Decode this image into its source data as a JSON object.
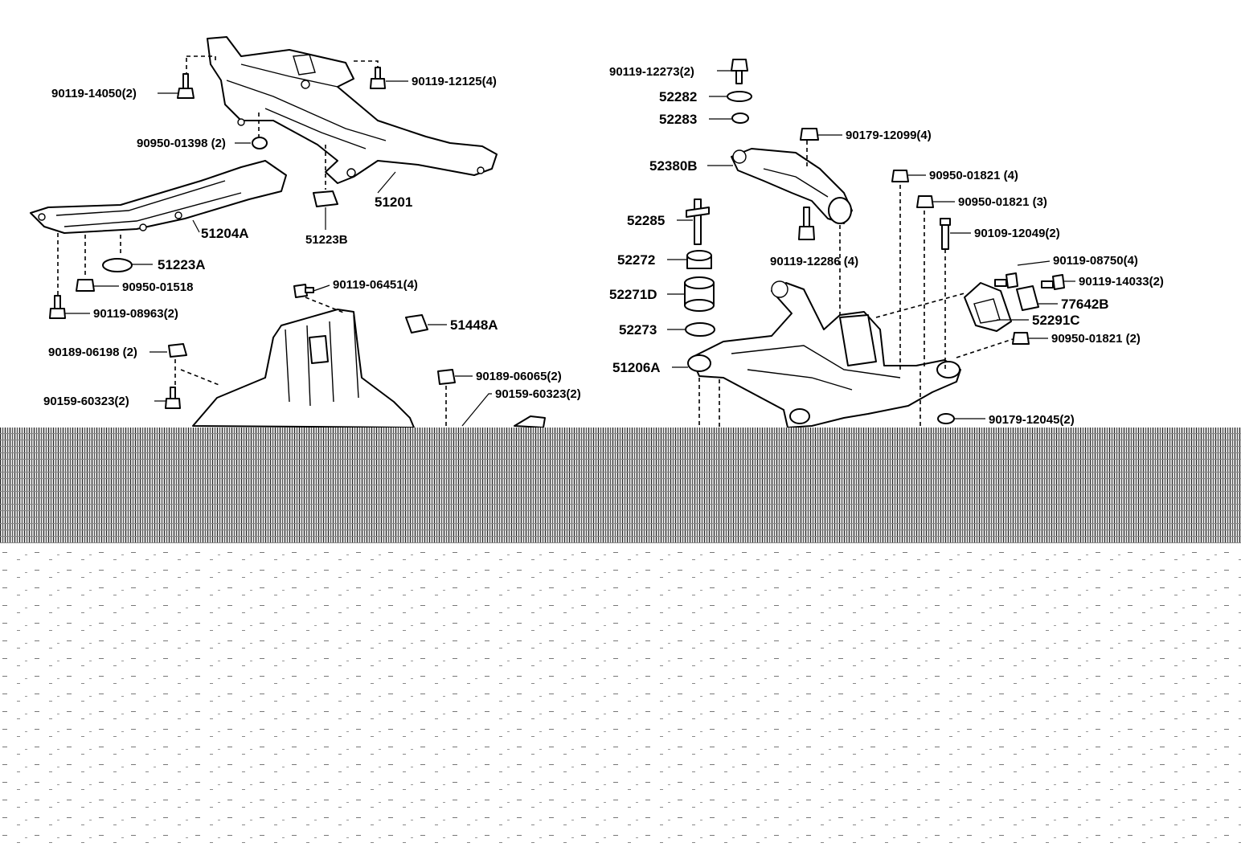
{
  "callouts": {
    "p90119_14050": "90119-14050(2)",
    "p90119_12125": "90119-12125(4)",
    "p90950_01398": "90950-01398 (2)",
    "p51201": "51201",
    "p51204A": "51204A",
    "p51223B": "51223B",
    "p51223A": "51223A",
    "p90950_01518": "90950-01518",
    "p90119_08963": "90119-08963(2)",
    "p90119_06451": "90119-06451(4)",
    "p51448A": "51448A",
    "p90189_06198": "90189-06198 (2)",
    "p90189_06065": "90189-06065(2)",
    "p90159_60323_a": "90159-60323(2)",
    "p90159_60323_b": "90159-60323(2)",
    "p90119_12273": "90119-12273(2)",
    "p52282": "52282",
    "p52283": "52283",
    "p90179_12099": "90179-12099(4)",
    "p52380B": "52380B",
    "p90950_01821_4": "90950-01821 (4)",
    "p90950_01821_3": "90950-01821 (3)",
    "p52285": "52285",
    "p90109_12049": "90109-12049(2)",
    "p52272": "52272",
    "p90119_12286": "90119-12286 (4)",
    "p90119_08750": "90119-08750(4)",
    "p90119_14033": "90119-14033(2)",
    "p52271D": "52271D",
    "p77642B": "77642B",
    "p52291C": "52291C",
    "p52273": "52273",
    "p90950_01821_2": "90950-01821 (2)",
    "p51206A": "51206A",
    "p90179_12045": "90179-12045(2)"
  }
}
